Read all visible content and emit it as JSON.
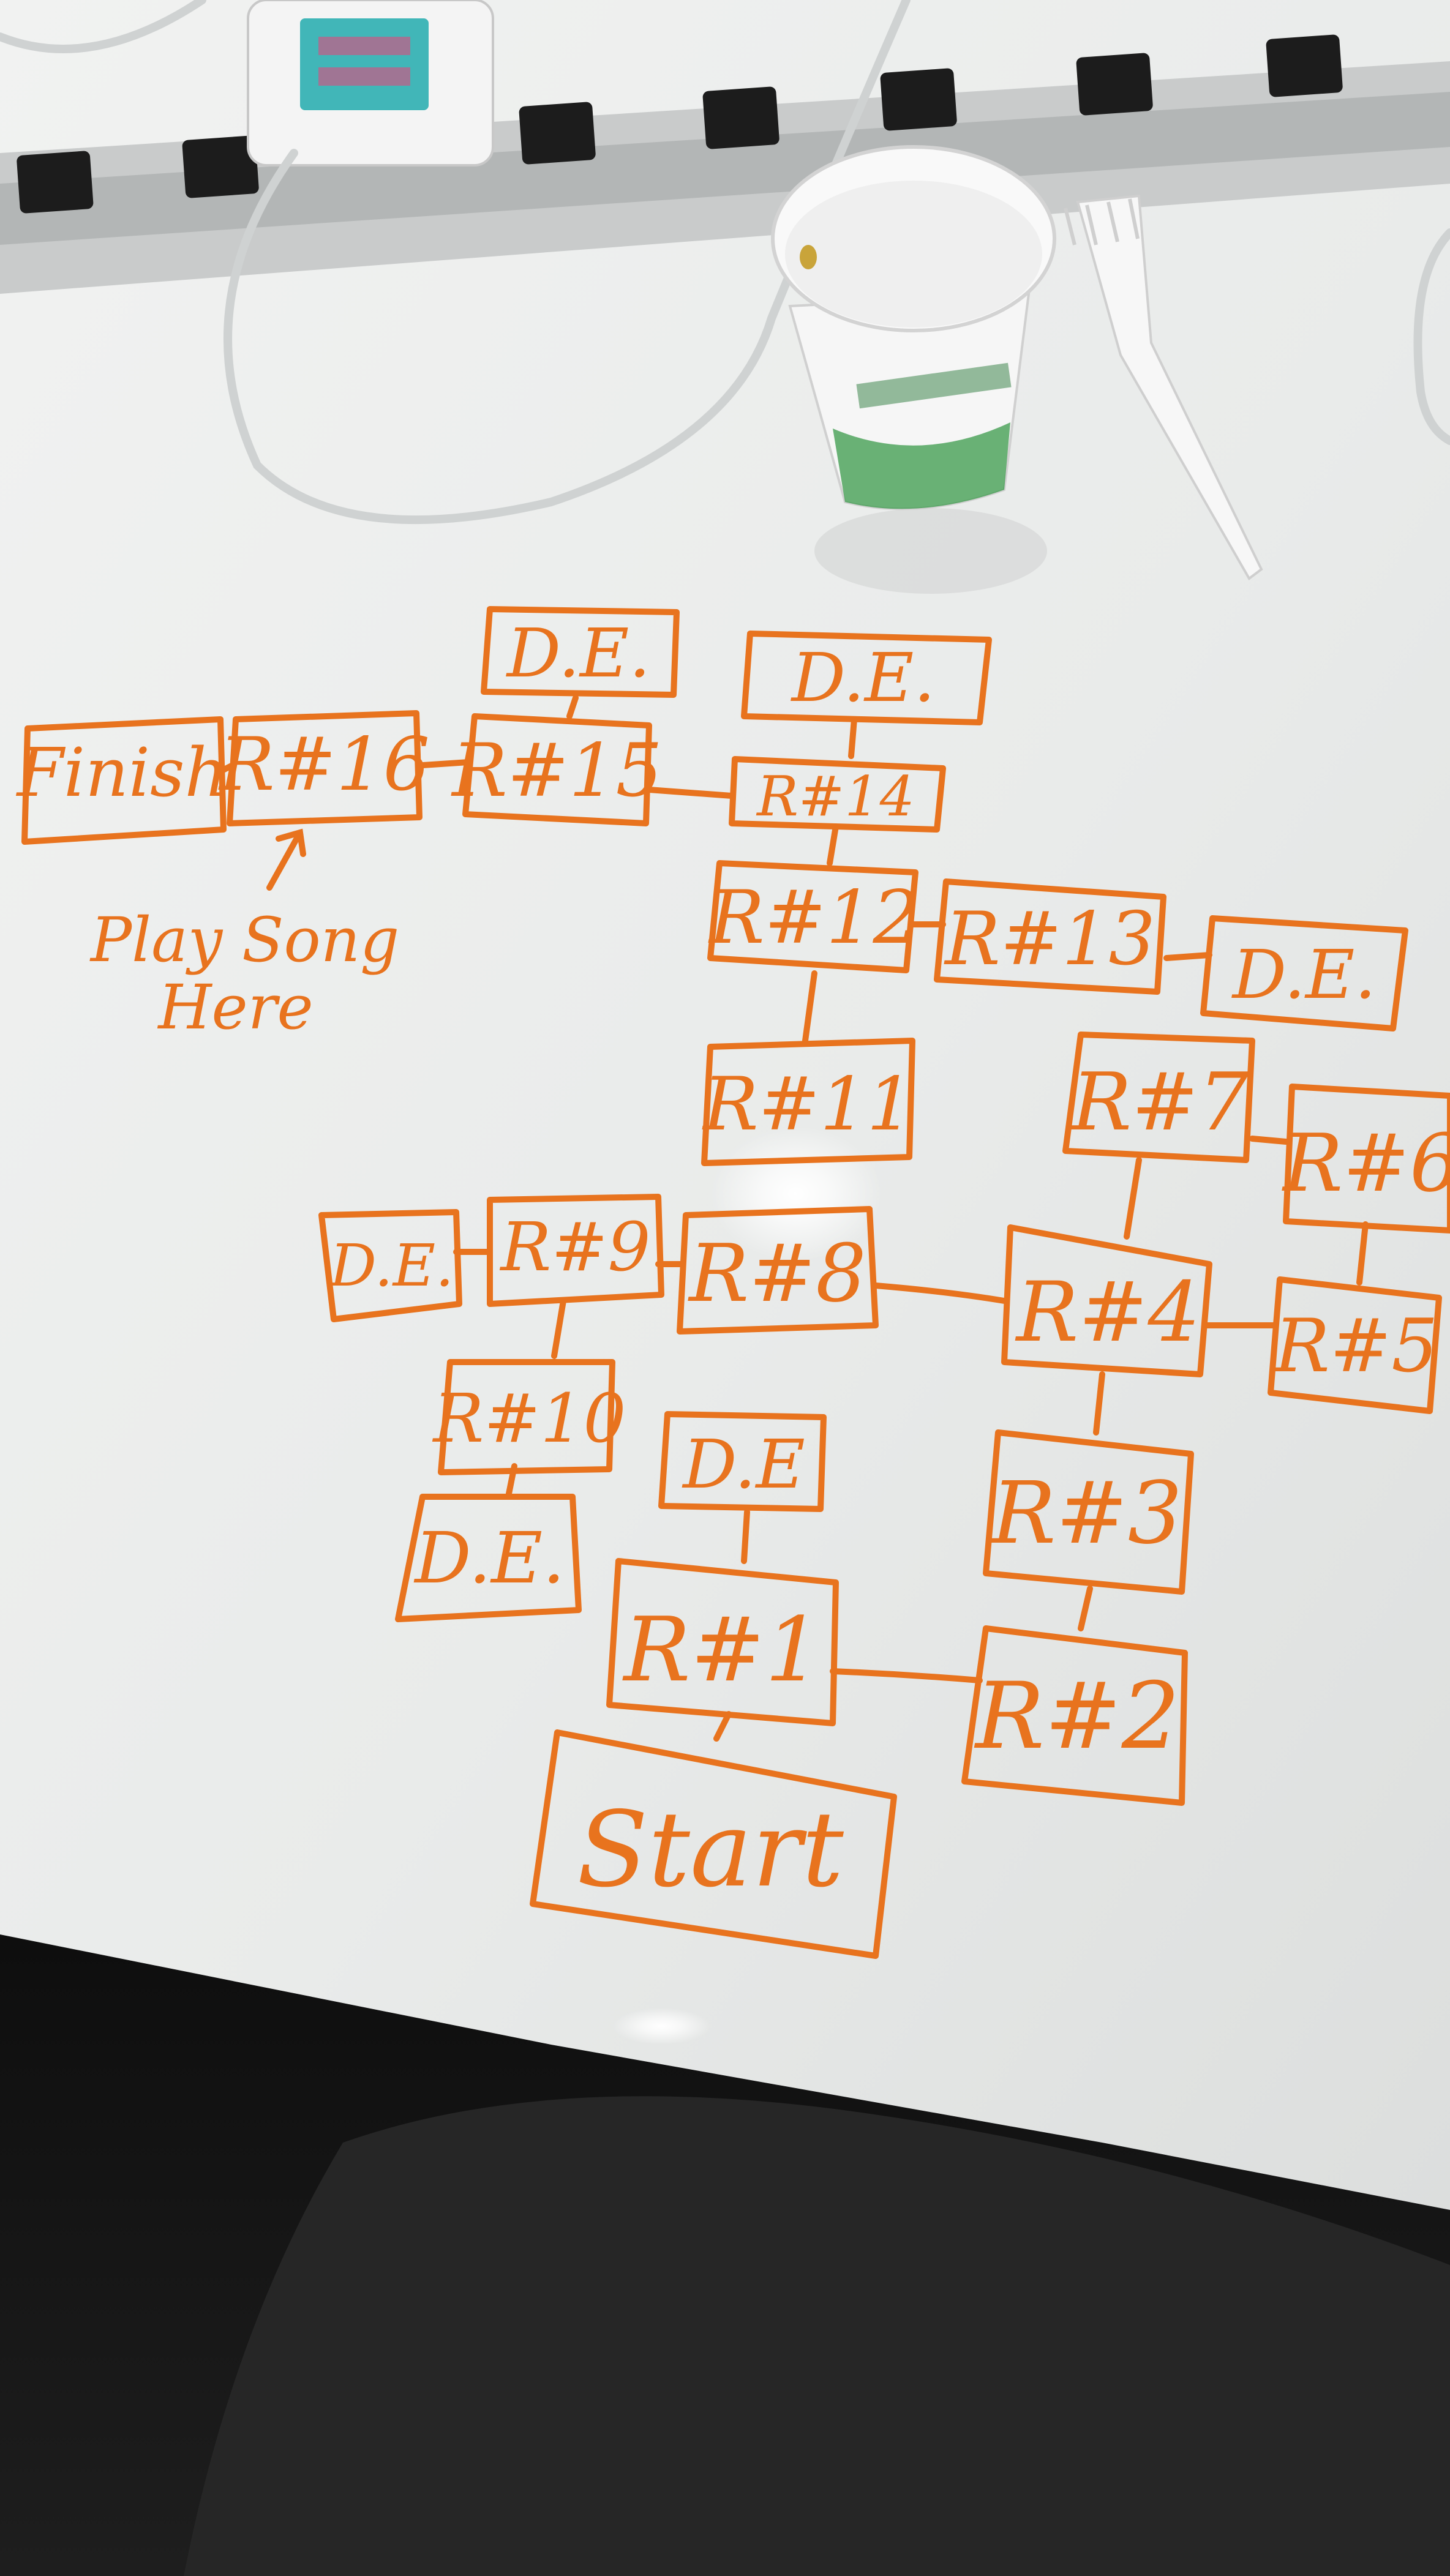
{
  "nodes": {
    "finish": "Finish",
    "r16": "R#16",
    "r15": "R#15",
    "de_top_left": "D.E.",
    "de_top_right": "D.E.",
    "r14": "R#14",
    "r12": "R#12",
    "r13": "R#13",
    "de_right_of_r13": "D.E.",
    "r11": "R#11",
    "r7": "R#7",
    "r6": "R#6",
    "de_left_of_r9": "D.E.",
    "r9": "R#9",
    "r8": "R#8",
    "r4": "R#4",
    "r5": "R#5",
    "r10": "R#10",
    "de_below_r10": "D.E.",
    "de_above_r1": "D.E",
    "r3": "R#3",
    "r1": "R#1",
    "r2": "R#2",
    "start": "Start"
  },
  "notes": {
    "play_song_line1": "Play Song",
    "play_song_line2": "Here"
  },
  "colors": {
    "marker": "#e8731e",
    "whiteboard": "#eef0ef",
    "floor": "#151515"
  }
}
